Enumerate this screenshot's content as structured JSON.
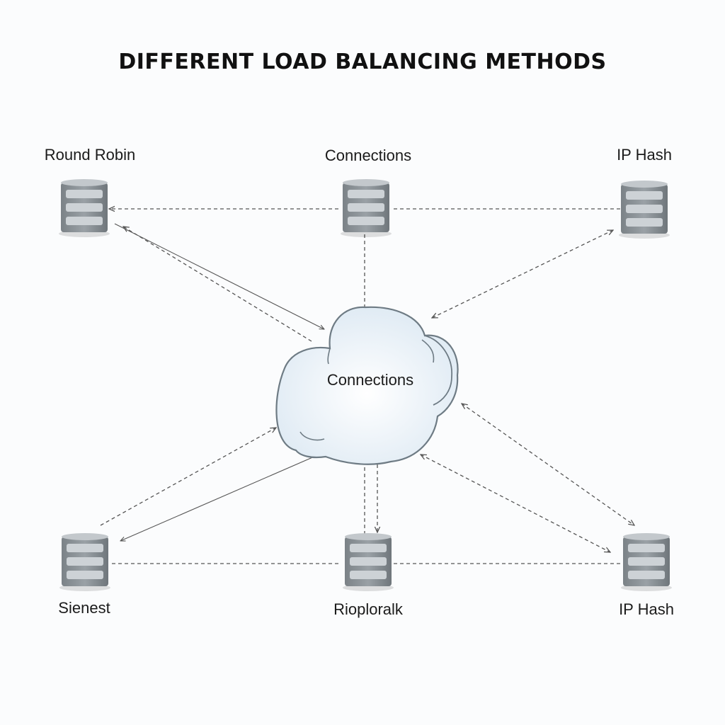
{
  "title": "DIFFERENT LOAD BALANCING METHODS",
  "cloud_label": "Connections",
  "servers": {
    "top_left": {
      "label": "Round Robin",
      "icon": "server-icon"
    },
    "top_center": {
      "label": "Connections",
      "icon": "server-icon"
    },
    "top_right": {
      "label": "IP Hash",
      "icon": "server-icon"
    },
    "bottom_left": {
      "label": "Sienest",
      "icon": "server-icon"
    },
    "bottom_center": {
      "label": "Rioploralk",
      "icon": "server-icon"
    },
    "bottom_right": {
      "label": "IP Hash",
      "icon": "server-icon"
    }
  },
  "colors": {
    "server_body": "#8a9196",
    "server_drive": "#c9ced2",
    "cloud_fill": "#e9f2f9",
    "cloud_stroke": "#6e7b84",
    "connector": "#555555"
  }
}
